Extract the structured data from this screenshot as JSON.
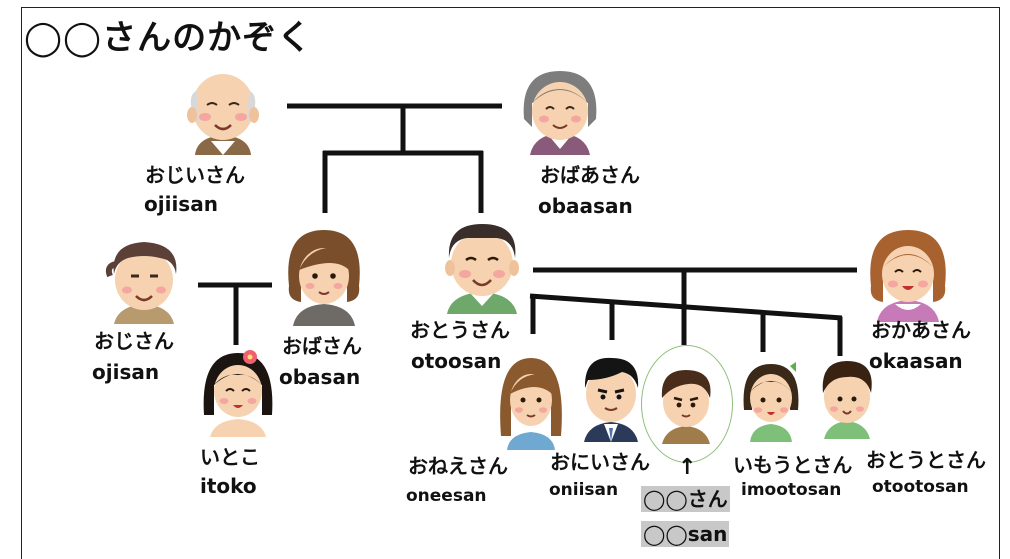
{
  "title": "◯◯さんのかぞく",
  "accent_colors": {
    "line": "#111111",
    "self_ring": "#8fbf7a",
    "self_label_bg": "#c8c8c8"
  },
  "people": {
    "ojiisan": {
      "jp": "おじいさん",
      "romaji": "ojiisan",
      "icon": "grandfather-icon"
    },
    "obaasan": {
      "jp": "おばあさん",
      "romaji": "obaasan",
      "icon": "grandmother-icon"
    },
    "ojisan": {
      "jp": "おじさん",
      "romaji": "ojisan",
      "icon": "uncle-icon"
    },
    "obasan": {
      "jp": "おばさん",
      "romaji": "obasan",
      "icon": "aunt-icon"
    },
    "itoko": {
      "jp": "いとこ",
      "romaji": "itoko",
      "icon": "cousin-icon"
    },
    "otoosan": {
      "jp": "おとうさん",
      "romaji": "otoosan",
      "icon": "father-icon"
    },
    "okaasan": {
      "jp": "おかあさん",
      "romaji": "okaasan",
      "icon": "mother-icon"
    },
    "oneesan": {
      "jp": "おねえさん",
      "romaji": "oneesan",
      "icon": "older-sister-icon"
    },
    "oniisan": {
      "jp": "おにいさん",
      "romaji": "oniisan",
      "icon": "older-brother-icon"
    },
    "self": {
      "jp": "◯◯さん",
      "romaji": "◯◯san",
      "icon": "self-boy-icon"
    },
    "imootosan": {
      "jp": "いもうとさん",
      "romaji": "imootosan",
      "icon": "younger-sister-icon"
    },
    "otootosan": {
      "jp": "おとうとさん",
      "romaji": "otootosan",
      "icon": "younger-brother-icon"
    }
  },
  "self_pointer": "↑"
}
